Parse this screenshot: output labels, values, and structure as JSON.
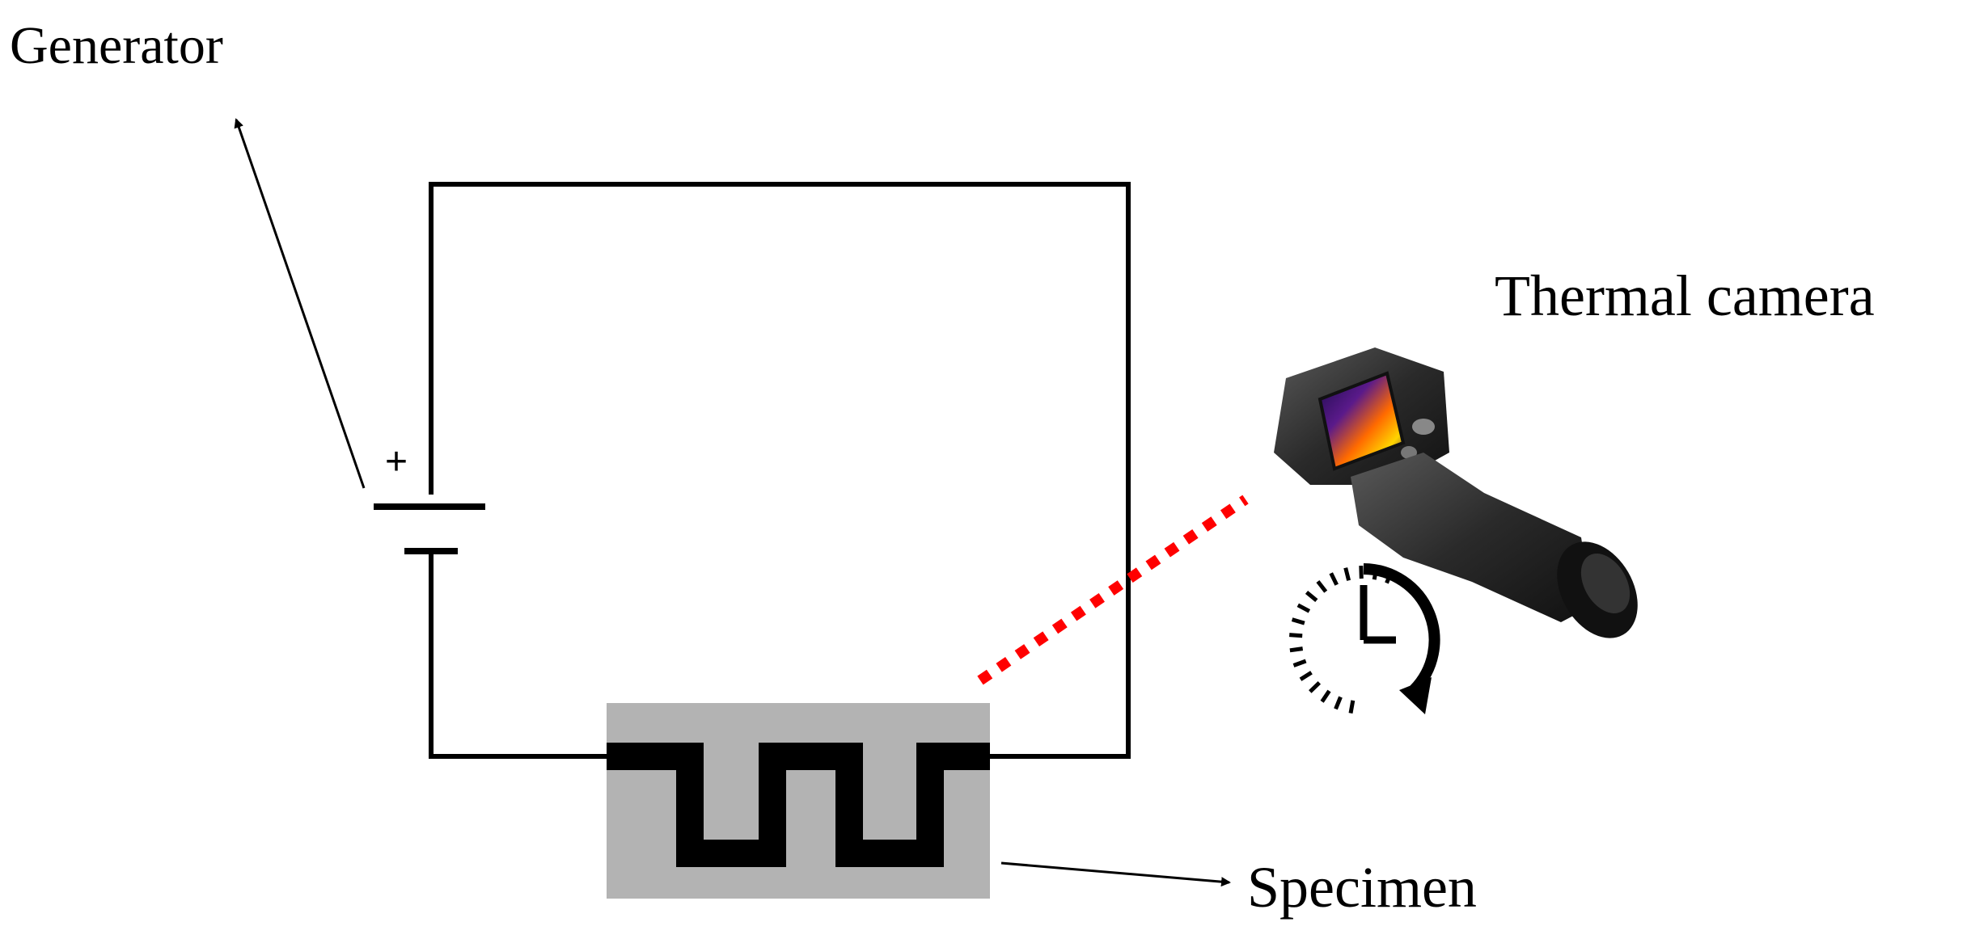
{
  "labels": {
    "generator": "Generator",
    "thermal_camera": "Thermal camera",
    "specimen": "Specimen",
    "battery_positive": "+"
  },
  "icons": {
    "camera": "thermal-camera-icon",
    "timer": "clock-timer-icon"
  },
  "colors": {
    "wire": "#000000",
    "specimen_fill": "#b3b3b3",
    "trace": "#000000",
    "laser": "#ff0000",
    "camera_body": "#2b2b2b",
    "camera_screen": "#3a1a6e"
  }
}
